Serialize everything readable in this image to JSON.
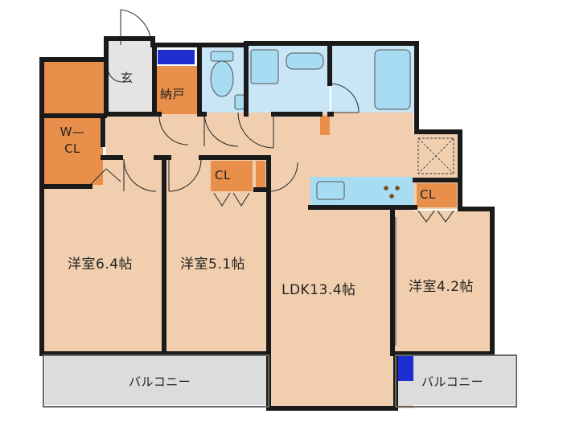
{
  "colors": {
    "wall": "#1a1a1a",
    "floor": "#f1cfae",
    "storage": "#e8904b",
    "wet": "#c8e6f6",
    "fixture": "#a8dcf2",
    "balcony": "#dcdcdc",
    "entrance": "#e4e4e4",
    "accent_blue": "#1d2fd0"
  },
  "rooms": {
    "genkan": "玄",
    "nando": "納戸",
    "wcl_line1": "W—",
    "wcl_line2": "CL",
    "cl_middle": "CL",
    "cl_right": "CL",
    "room_left": "洋室6.4帖",
    "room_middle": "洋室5.1帖",
    "ldk": "LDK13.4帖",
    "room_right": "洋室4.2帖",
    "balcony_left": "バルコニー",
    "balcony_right": "バルコニー"
  }
}
